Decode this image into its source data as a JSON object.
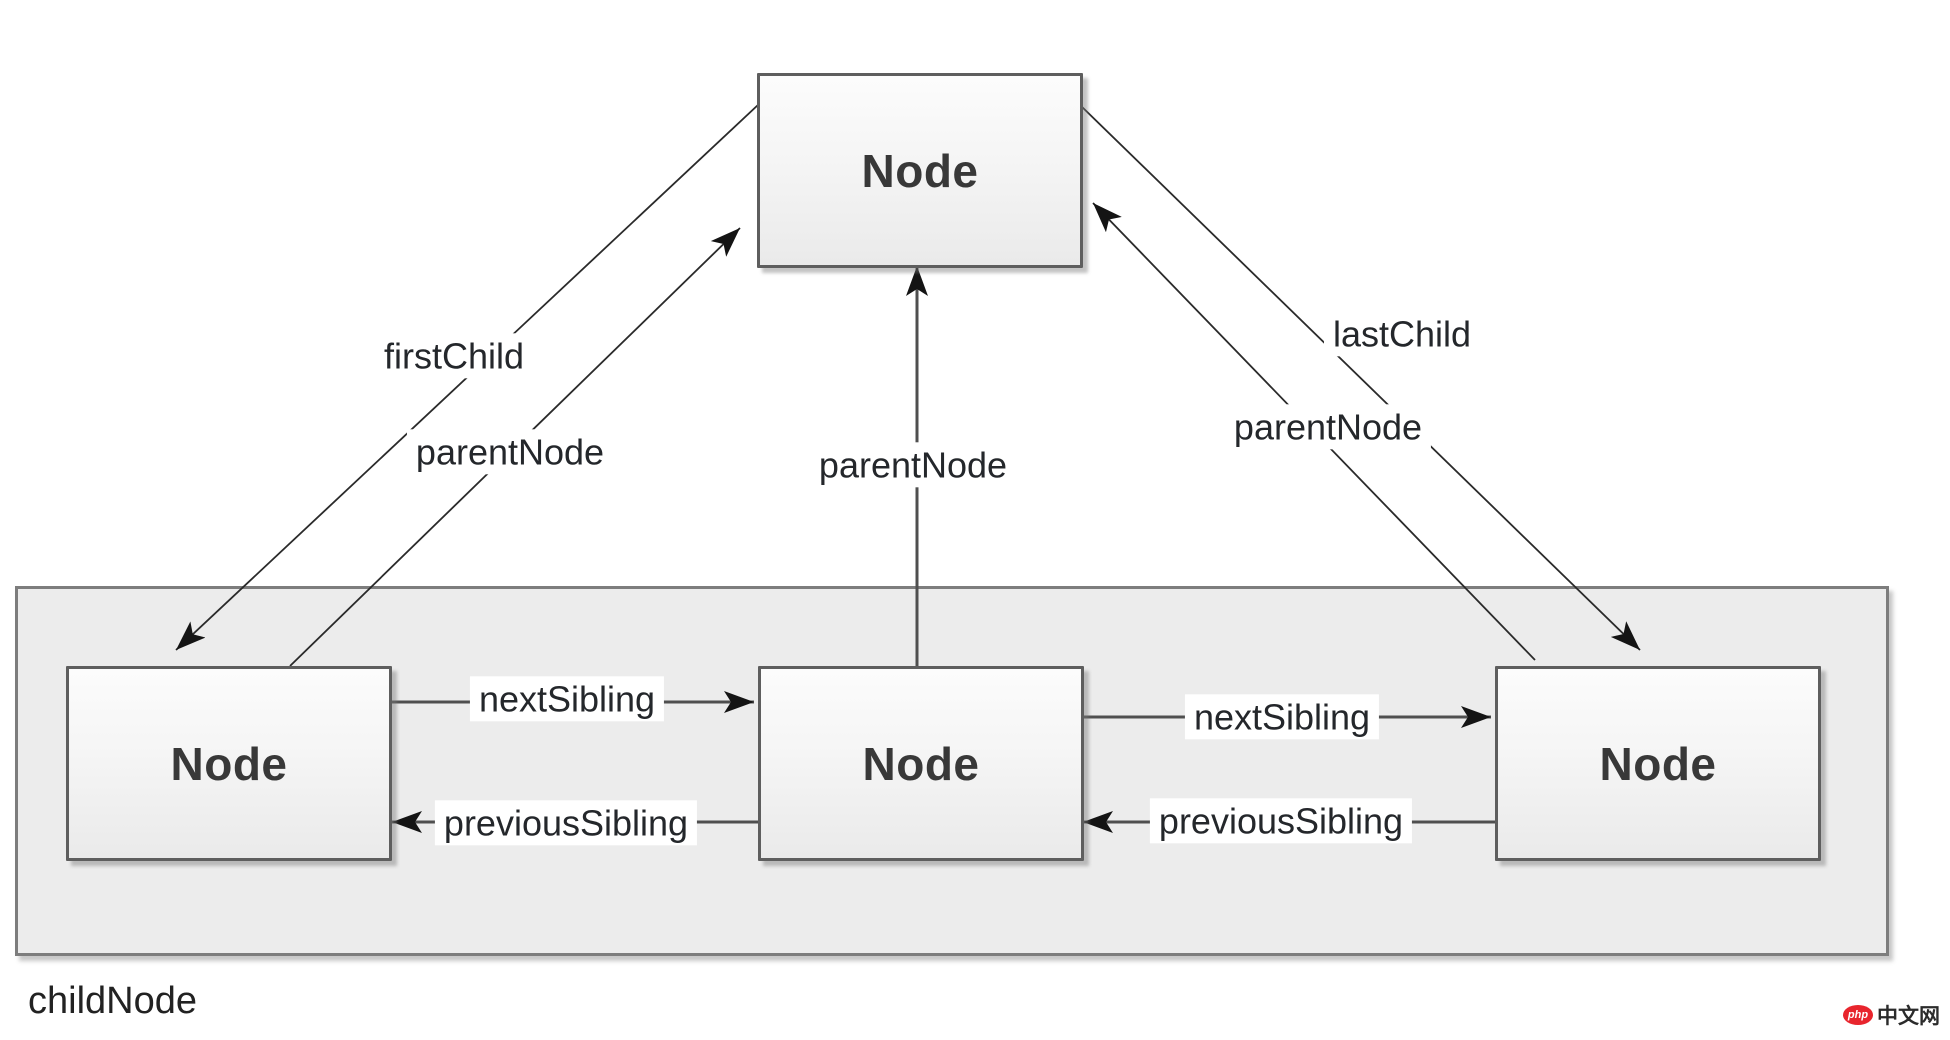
{
  "diagram": {
    "parent_box": {
      "label": "Node"
    },
    "child_boxes": [
      {
        "label": "Node"
      },
      {
        "label": "Node"
      },
      {
        "label": "Node"
      }
    ],
    "edge_labels": {
      "first_child": "firstChild",
      "parent_node_left": "parentNode",
      "parent_node_center": "parentNode",
      "parent_node_right": "parentNode",
      "last_child": "lastChild",
      "next_sibling_left": "nextSibling",
      "previous_sibling_left": "previousSibling",
      "next_sibling_right": "nextSibling",
      "previous_sibling_right": "previousSibling"
    },
    "caption": "childNode"
  },
  "watermark": {
    "badge_text": "php",
    "site_text": "中文网"
  },
  "colors": {
    "container_fill": "#ececec",
    "container_border": "#7d7d7d",
    "box_border": "#5e5e5e",
    "box_fill_top": "#fcfcfc",
    "box_fill_bottom": "#eaeaea",
    "thin_line": "#2a2a2a",
    "thick_line": "#4f4f4f",
    "arrowhead": "#141414",
    "label_text": "#24272b",
    "watermark_red": "#e8252d"
  }
}
